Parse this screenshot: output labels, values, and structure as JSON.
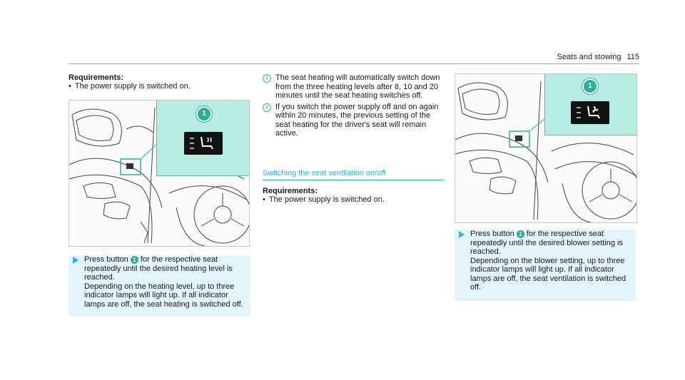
{
  "header": {
    "section": "Seats and stowing",
    "page": "115"
  },
  "left": {
    "requirements_title": "Requirements:",
    "requirement": "The power supply is switched on.",
    "callout": "1",
    "step": {
      "part1": "Press button",
      "part2": "for the respective seat repeatedly until the desired heating level is reached.",
      "line2": "Depending on the heating level, up to three indicator lamps will light up. If all indicator lamps are off, the seat heating is switched off."
    }
  },
  "middle": {
    "note1": "The seat heating will automatically switch down from the three heating levels after 8, 10 and 20 minutes until the seat heating switches off.",
    "note2": "If you switch the power supply off and on again within 20 minutes, the previous setting of the seat heating for the driver's seat will remain active.",
    "section_title": "Switching the seat ventilation on/off",
    "requirements_title": "Requirements:",
    "requirement": "The power supply is switched on."
  },
  "right": {
    "callout": "1",
    "step": {
      "part1": "Press button",
      "part2": "for the respective seat repeatedly until the desired blower setting is reached.",
      "line2": "Depending on the blower setting, up to three indicator lamps will light up. If all indicator lamps are off, the seat ventilation is switched off."
    }
  },
  "icons": {
    "step_arrow": "arrow-right-icon",
    "info": "info-icon",
    "heat": "seat-heating-icon",
    "fan": "seat-ventilation-icon"
  },
  "colors": {
    "accent_teal": "#2fae98",
    "accent_blue": "#2ab3e6",
    "inset_bg": "#b6ece2",
    "step_bg": "#e4f4fb"
  }
}
